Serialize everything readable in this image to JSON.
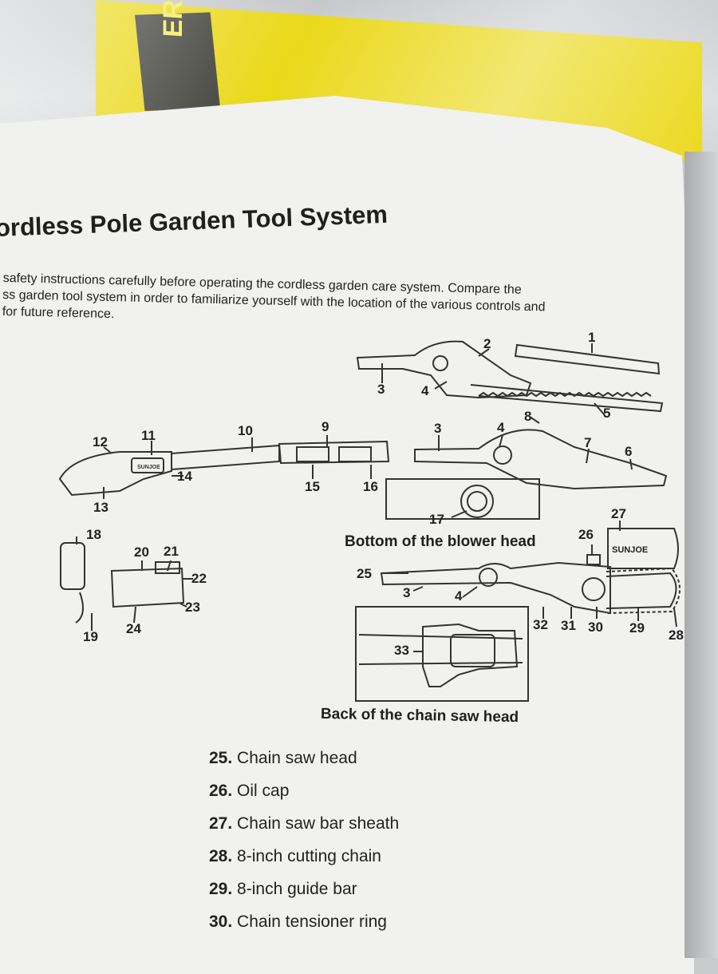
{
  "background": {
    "box_brand_text": "ER"
  },
  "page": {
    "title": "ordless Pole Garden Tool System",
    "intro_lines": [
      "safety instructions carefully before operating the cordless garden care system. Compare the",
      "ss garden tool system in order to familiarize yourself with the location of the various controls and",
      "for future reference."
    ]
  },
  "diagram": {
    "part_labels": {
      "p1": "1",
      "p2": "2",
      "p3a": "3",
      "p3b": "3",
      "p3c": "3",
      "p4a": "4",
      "p4b": "4",
      "p4c": "4",
      "p5": "5",
      "p6": "6",
      "p7": "7",
      "p8": "8",
      "p9": "9",
      "p10": "10",
      "p11": "11",
      "p12": "12",
      "p13": "13",
      "p14": "14",
      "p15": "15",
      "p16": "16",
      "p17": "17",
      "p18": "18",
      "p19": "19",
      "p20": "20",
      "p21": "21",
      "p22": "22",
      "p23": "23",
      "p24": "24",
      "p25": "25",
      "p26": "26",
      "p27": "27",
      "p28": "28",
      "p29": "29",
      "p30": "30",
      "p31": "31",
      "p32": "32",
      "p33": "33"
    },
    "captions": {
      "blower_bottom": "Bottom of the blower head",
      "chainsaw_back": "Back of the chain saw head"
    },
    "sheath_brand": "SUNJOE",
    "handle_brand": "SUNJOE"
  },
  "parts_list": [
    {
      "num": "25.",
      "label": "Chain saw head"
    },
    {
      "num": "26.",
      "label": "Oil cap"
    },
    {
      "num": "27.",
      "label": "Chain saw bar sheath"
    },
    {
      "num": "28.",
      "label": "8-inch cutting chain"
    },
    {
      "num": "29.",
      "label": "8-inch guide bar"
    },
    {
      "num": "30.",
      "label": "Chain tensioner ring"
    }
  ]
}
